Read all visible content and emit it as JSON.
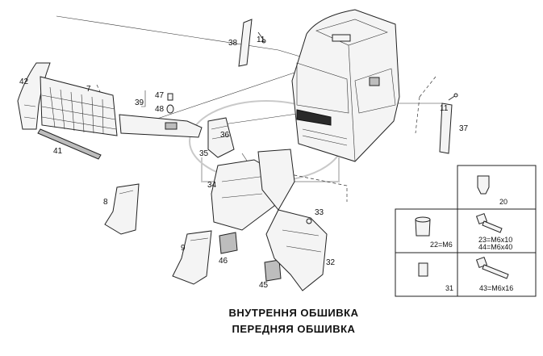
{
  "callouts": {
    "c42": "42",
    "c7": "7",
    "c41": "41",
    "c39": "39",
    "c47": "47",
    "c48": "48",
    "c38": "38",
    "c11a": "11",
    "c11b": "11",
    "c37": "37",
    "c36": "36",
    "c35": "35",
    "c34": "34",
    "c8": "8",
    "c9": "9",
    "c46": "46",
    "c45": "45",
    "c33": "33",
    "c32": "32"
  },
  "inset": {
    "i20": "20",
    "i22": "22=M6",
    "i23": "23=M6x10",
    "i44": "44=M6x40",
    "i31": "31",
    "i43": "43=M6x16"
  },
  "title": {
    "line1": "ВНУТРЕННЯ ОБШИВКА",
    "line2": "ПЕРЕДНЯЯ ОБШИВКА"
  }
}
